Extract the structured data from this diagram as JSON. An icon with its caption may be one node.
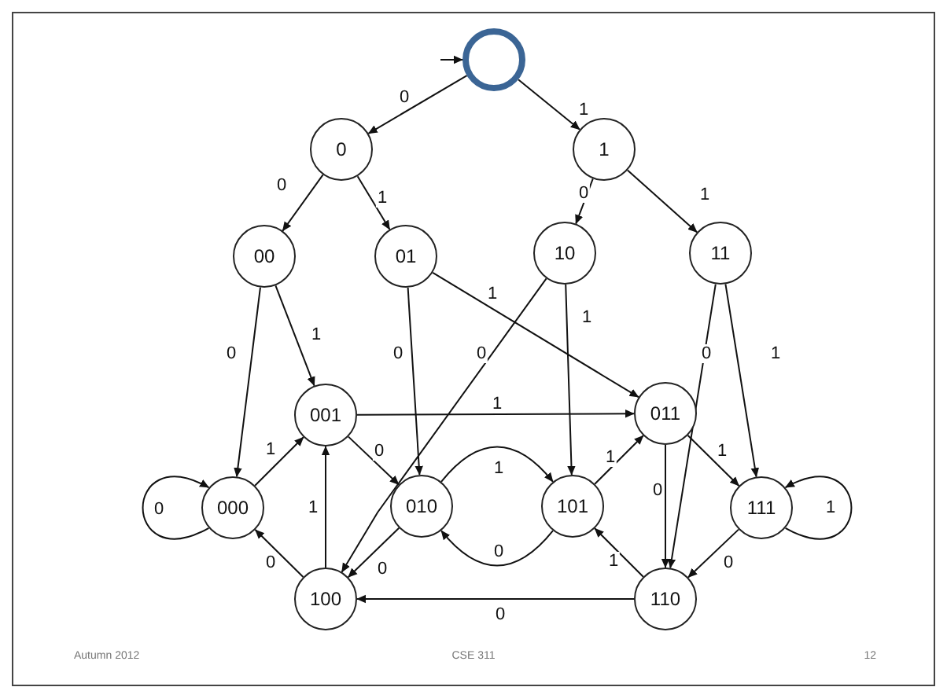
{
  "diagram": {
    "nodes": [
      {
        "text": [],
        "shape": "circle"
      },
      {
        "text": [
          "0"
        ]
      },
      {
        "text": [
          "1"
        ]
      },
      {
        "text": [
          "00"
        ]
      },
      {
        "text": [
          "01"
        ]
      },
      {
        "text": [
          "10"
        ]
      },
      {
        "text": [
          "11"
        ]
      },
      {
        "text": [
          "001"
        ]
      },
      {
        "text": [
          "011"
        ]
      },
      {
        "text": [
          "000"
        ]
      },
      {
        "text": [
          "010"
        ]
      },
      {
        "text": [
          "101"
        ]
      },
      {
        "text": [
          "111"
        ]
      },
      {
        "text": [
          "100"
        ]
      },
      {
        "text": [
          "110"
        ]
      }
    ],
    "edges": [
      {
        "from": null,
        "to": 0,
        "arrow": "to"
      },
      {
        "from": 0,
        "to": 1,
        "label": "0",
        "arrow": "to"
      },
      {
        "from": 0,
        "to": 2,
        "label": "1",
        "arrow": "to"
      },
      {
        "from": 1,
        "to": 3,
        "label": "0",
        "arrow": "to"
      },
      {
        "from": 1,
        "to": 4,
        "label": "1",
        "arrow": "to"
      },
      {
        "from": 2,
        "to": 5,
        "label": "0",
        "arrow": "to"
      },
      {
        "from": 2,
        "to": 6,
        "label": "1",
        "arrow": "to"
      },
      {
        "from": 3,
        "to": 9,
        "label": "0",
        "arrow": "to"
      },
      {
        "from": 3,
        "to": 7,
        "label": "1",
        "arrow": "to"
      },
      {
        "from": 4,
        "to": 10,
        "label": "0",
        "arrow": "to"
      },
      {
        "from": 4,
        "to": 8,
        "label": "1",
        "arrow": "to"
      },
      {
        "from": 5,
        "to": 13,
        "label": "0",
        "arrow": "to"
      },
      {
        "from": 5,
        "to": 11,
        "label": "1",
        "arrow": "to"
      },
      {
        "from": 6,
        "to": 14,
        "label": "0",
        "arrow": "to"
      },
      {
        "from": 6,
        "to": 12,
        "label": "1",
        "arrow": "to"
      },
      {
        "from": 7,
        "to": 8,
        "label": "1",
        "arrow": "to"
      },
      {
        "from": 7,
        "to": 10,
        "label": "0",
        "arrow": "to"
      },
      {
        "from": 8,
        "to": 14,
        "label": "0",
        "arrow": "to"
      },
      {
        "from": 8,
        "to": 12,
        "label": "1",
        "arrow": "to"
      },
      {
        "from": 9,
        "to": 9,
        "label": "0",
        "arrow": "to"
      },
      {
        "from": 9,
        "to": 7,
        "label": "1",
        "arrow": "to"
      },
      {
        "from": 10,
        "to": 11,
        "label": "1",
        "arrow": "to"
      },
      {
        "from": 11,
        "to": 10,
        "label": "0",
        "arrow": "to"
      },
      {
        "from": 10,
        "to": 13,
        "label": "0",
        "arrow": "to"
      },
      {
        "from": 11,
        "to": 8,
        "label": "1",
        "arrow": "to"
      },
      {
        "from": 12,
        "to": 12,
        "label": "1",
        "arrow": "to"
      },
      {
        "from": 12,
        "to": 14,
        "label": "0",
        "arrow": "to"
      },
      {
        "from": 13,
        "to": 9,
        "label": "0",
        "arrow": "to"
      },
      {
        "from": 13,
        "to": 7,
        "label": "1",
        "arrow": "to"
      },
      {
        "from": 14,
        "to": 13,
        "label": "0",
        "arrow": "to"
      },
      {
        "from": 14,
        "to": 11,
        "label": "1",
        "arrow": "to"
      }
    ],
    "labels": [
      "Autumn 2012",
      "CSE 311",
      "12"
    ]
  }
}
